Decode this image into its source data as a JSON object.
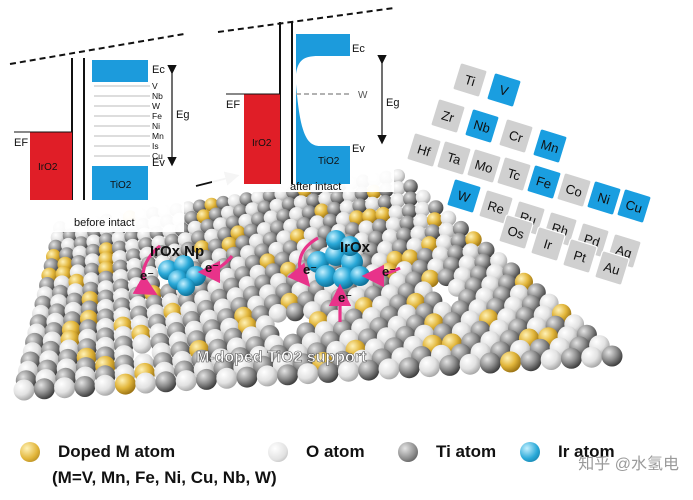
{
  "band_diagram_before": {
    "ef": "EF",
    "iro2": "IrO2",
    "tio2": "TiO2",
    "ec": "Ec",
    "ev": "Ev",
    "eg": "Eg",
    "levels": [
      "V",
      "Nb",
      "W",
      "Fe",
      "Ni",
      "Mn",
      "Is",
      "Cu"
    ],
    "caption": "before intact"
  },
  "band_diagram_after": {
    "ef": "EF",
    "iro2": "IrO2",
    "tio2": "TiO2",
    "ec": "Ec",
    "ev": "Ev",
    "eg": "Eg",
    "w": "W",
    "caption": "after intact"
  },
  "surface": {
    "np_left": "IrOx Np",
    "np_right": "IrOx",
    "electron": "e⁻",
    "support": "M-doped TiO2 support"
  },
  "periodic_table": {
    "rows": [
      [
        {
          "sym": "Ti",
          "hl": false
        },
        {
          "sym": "V",
          "hl": true
        }
      ],
      [
        {
          "sym": "Zr",
          "hl": false
        },
        {
          "sym": "Nb",
          "hl": true
        },
        {
          "sym": "Cr",
          "hl": false
        },
        {
          "sym": "Mn",
          "hl": true
        }
      ],
      [
        {
          "sym": "Hf",
          "hl": false
        },
        {
          "sym": "Ta",
          "hl": false
        },
        {
          "sym": "Mo",
          "hl": false
        },
        {
          "sym": "Tc",
          "hl": false
        },
        {
          "sym": "Fe",
          "hl": true
        },
        {
          "sym": "Co",
          "hl": false
        },
        {
          "sym": "Ni",
          "hl": true
        },
        {
          "sym": "Cu",
          "hl": true
        }
      ],
      [
        {
          "sym": "W",
          "hl": true
        },
        {
          "sym": "Re",
          "hl": false
        },
        {
          "sym": "Ru",
          "hl": false
        },
        {
          "sym": "Rh",
          "hl": false
        },
        {
          "sym": "Pd",
          "hl": false
        },
        {
          "sym": "Ag",
          "hl": false
        }
      ],
      [
        {
          "sym": "Os",
          "hl": false
        },
        {
          "sym": "Ir",
          "hl": false
        },
        {
          "sym": "Pt",
          "hl": false
        },
        {
          "sym": "Au",
          "hl": false
        }
      ]
    ]
  },
  "legend": {
    "doped": "Doped M atom",
    "doped_note": "(M=V, Mn, Fe, Ni, Cu, Nb, W)",
    "o_atom": "O atom",
    "ti_atom": "Ti atom",
    "ir_atom": "Ir atom"
  },
  "watermark": "知乎 @水氢电",
  "colors": {
    "iro2_red": "#e01e27",
    "tio2_blue": "#1c9bdc",
    "cell_blue": "#1a9ee0",
    "cell_gray": "#d0d0d0",
    "dopant_gold": "#e2b63b",
    "arrow_pink": "#e8338a"
  }
}
